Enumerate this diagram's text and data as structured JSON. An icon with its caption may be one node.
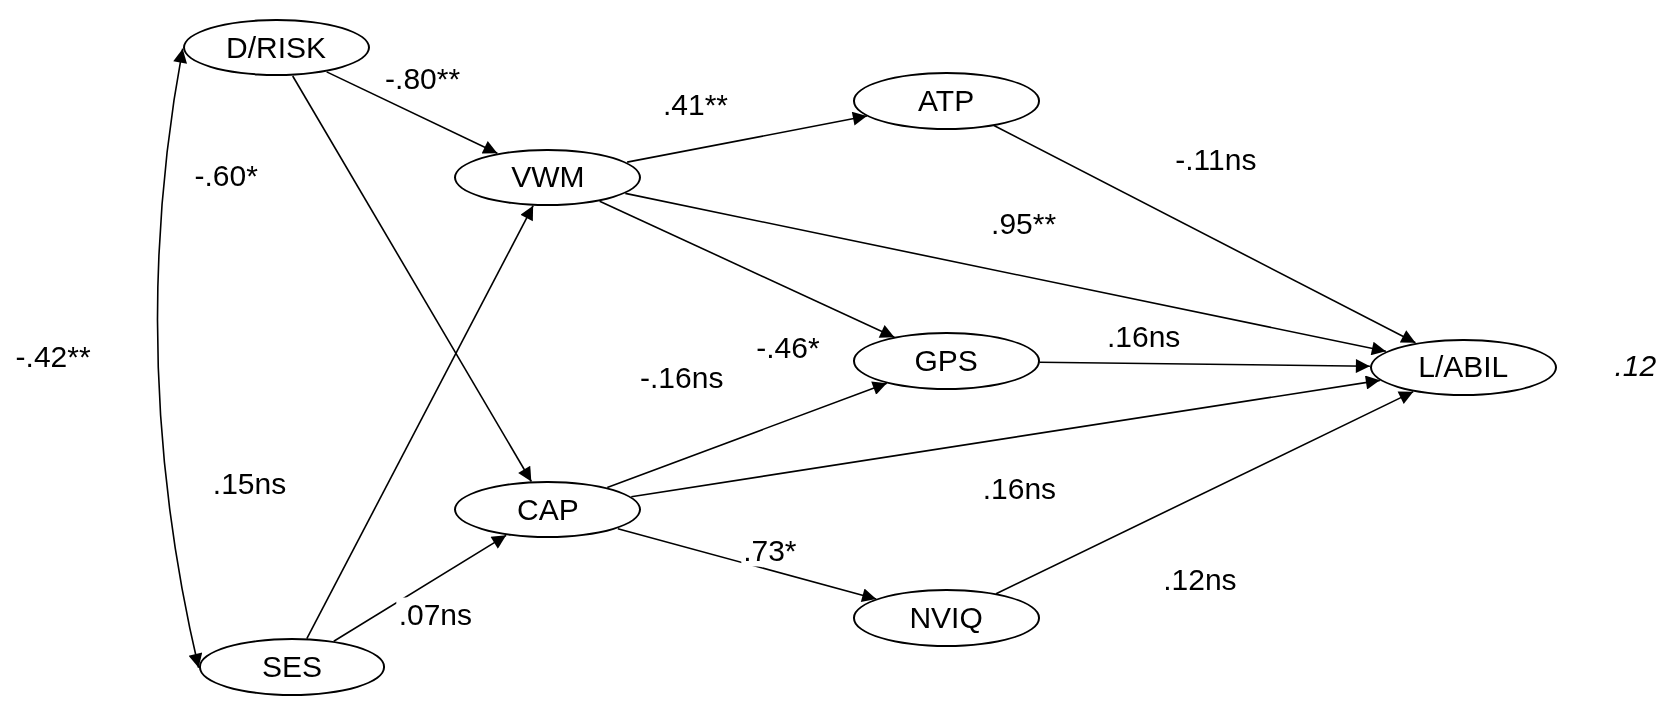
{
  "diagram": {
    "nodes": [
      {
        "text": [
          "D/RISK"
        ]
      },
      {
        "text": [
          "VWM"
        ]
      },
      {
        "text": [
          "ATP"
        ]
      },
      {
        "text": [
          "GPS"
        ]
      },
      {
        "text": [
          "L/ABIL"
        ],
        "beside": [
          ".12"
        ]
      },
      {
        "text": [
          "CAP"
        ]
      },
      {
        "text": [
          "NVIQ"
        ]
      },
      {
        "text": [
          "SES"
        ]
      }
    ],
    "edges": [
      {
        "from": 0,
        "to": 1,
        "arrow": "to",
        "label": "-.80**"
      },
      {
        "from": 0,
        "to": 5,
        "arrow": "to",
        "label": "-.60*"
      },
      {
        "from": 0,
        "to": 7,
        "arrow": "both",
        "label": "-.42**"
      },
      {
        "from": 7,
        "to": 1,
        "arrow": "to",
        "label": ".15ns"
      },
      {
        "from": 7,
        "to": 5,
        "arrow": "to",
        "label": ".07ns"
      },
      {
        "from": 1,
        "to": 2,
        "arrow": "to",
        "label": ".41**"
      },
      {
        "from": 1,
        "to": 3,
        "arrow": "to",
        "label": "-.46*"
      },
      {
        "from": 1,
        "to": 4,
        "arrow": "to",
        "label": ".95**"
      },
      {
        "from": 5,
        "to": 3,
        "arrow": "to",
        "label": "-.16ns"
      },
      {
        "from": 5,
        "to": 4,
        "arrow": "to",
        "label": ".16ns"
      },
      {
        "from": 5,
        "to": 6,
        "arrow": "to",
        "label": ".73*"
      },
      {
        "from": 2,
        "to": 4,
        "arrow": "to",
        "label": "-.11ns"
      },
      {
        "from": 3,
        "to": 4,
        "arrow": "to",
        "label": ".16ns"
      },
      {
        "from": 6,
        "to": 4,
        "arrow": "to",
        "label": ".12ns"
      }
    ]
  }
}
